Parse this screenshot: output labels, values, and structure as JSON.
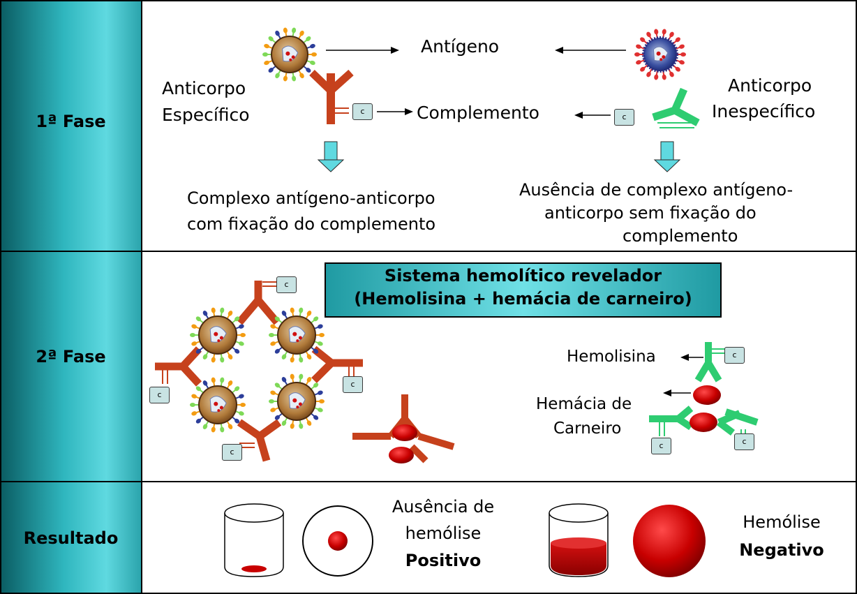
{
  "colors": {
    "sidebar_dark": "#0e6a70",
    "sidebar_light": "#3cc4cc",
    "antibody_specific": "#c6411c",
    "antibody_nonspecific": "#2ecc71",
    "complement_box": "#c8e3e3",
    "red_cell": "#d01010",
    "banner_bg": "#2aa9b2"
  },
  "phases": [
    {
      "label": "1ª Fase"
    },
    {
      "label": "2ª Fase"
    },
    {
      "label": "Resultado"
    }
  ],
  "phase1": {
    "antigen": "Antígeno",
    "specific_antibody_line1": "Anticorpo",
    "specific_antibody_line2": "Específico",
    "nonspecific_antibody_line1": "Anticorpo",
    "nonspecific_antibody_line2": "Inespecífico",
    "complement": "Complemento",
    "left_result_line1": "Complexo antígeno-anticorpo",
    "left_result_line2": "com fixação do complemento",
    "right_result_line1": "Ausência de complexo antígeno-",
    "right_result_line2": "anticorpo sem fixação do",
    "right_result_line3": "complemento"
  },
  "phase2": {
    "banner_line1": "Sistema hemolítico revelador",
    "banner_line2": "(Hemolisina + hemácia de carneiro)",
    "hemolysin": "Hemolisina",
    "red_cell_line1": "Hemácia de",
    "red_cell_line2": "Carneiro"
  },
  "result": {
    "positive_line1": "Ausência de",
    "positive_line2": "hemólise",
    "positive_verdict": "Positivo",
    "negative_line1": "Hemólise",
    "negative_verdict": "Negativo"
  },
  "complement_symbol": "c"
}
